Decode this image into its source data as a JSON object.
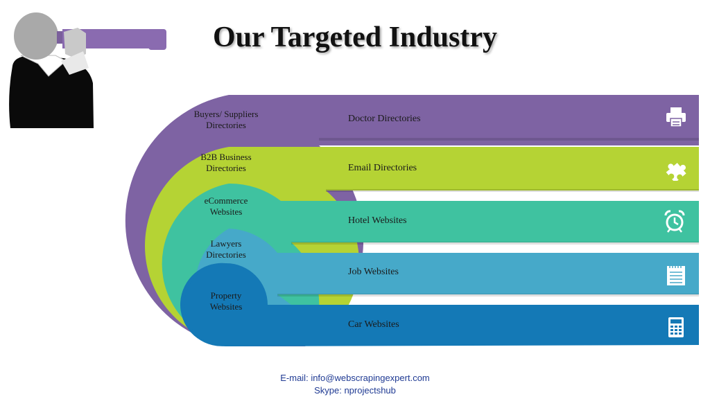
{
  "title": "Our Targeted Industry",
  "colors": {
    "purple": "#7e63a3",
    "green": "#b5d334",
    "teal": "#3fc2a0",
    "lightblue": "#46a9c9",
    "blue": "#1479b6",
    "telescope": "#8a6bb0"
  },
  "arcs": [
    {
      "label": "Buyers/ Suppliers\nDirectories"
    },
    {
      "label": "B2B Business\nDirectories"
    },
    {
      "label": "eCommerce\nWebsites"
    },
    {
      "label": "Lawyers\nDirectories"
    },
    {
      "label": "Property\nWebsites"
    }
  ],
  "bands": [
    {
      "label": "Doctor Directories",
      "icon": "printer-icon"
    },
    {
      "label": "Email Directories",
      "icon": "puzzle-icon"
    },
    {
      "label": "Hotel Websites",
      "icon": "alarm-clock-icon"
    },
    {
      "label": "Job Websites",
      "icon": "notepad-icon"
    },
    {
      "label": "Car Websites",
      "icon": "calculator-icon"
    }
  ],
  "footer": {
    "email_key": "E-mail:",
    "email_value": "info@webscrapingexpert.com",
    "skype_key": "Skype:",
    "skype_value": "nprojectshub"
  }
}
